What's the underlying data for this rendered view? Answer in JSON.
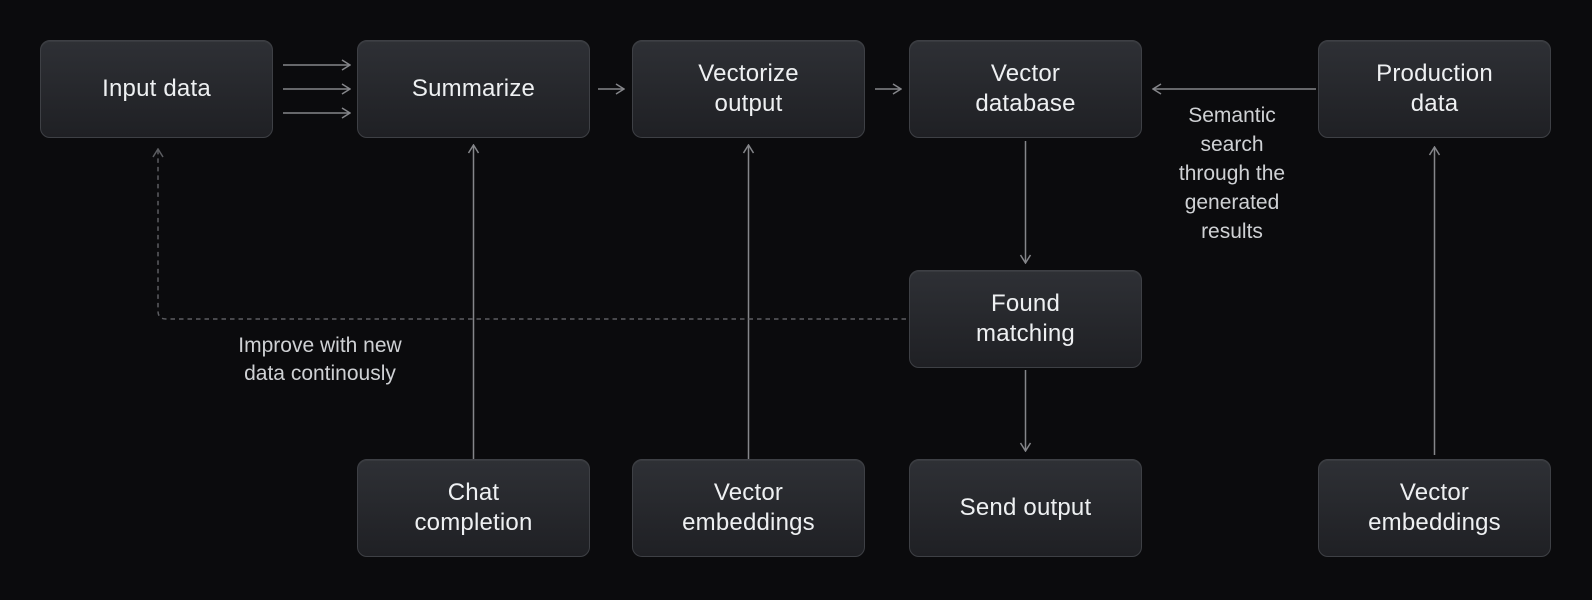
{
  "colors": {
    "background": "#0b0b0d",
    "node_fill_top": "#2e3035",
    "node_fill_bottom": "#1f2024",
    "node_border": "#3e4045",
    "node_text": "#eef0f2",
    "arrow": "#85868a",
    "dashed_arrow": "#5c5d61",
    "annotation_text": "#cfd1d4"
  },
  "nodes": [
    {
      "id": "input-data",
      "label": "Input data"
    },
    {
      "id": "summarize",
      "label": "Summarize"
    },
    {
      "id": "vectorize-output",
      "label": "Vectorize\noutput"
    },
    {
      "id": "vector-database",
      "label": "Vector\ndatabase"
    },
    {
      "id": "production-data",
      "label": "Production\ndata"
    },
    {
      "id": "found-matching",
      "label": "Found\nmatching"
    },
    {
      "id": "chat-completion",
      "label": "Chat\ncompletion"
    },
    {
      "id": "vector-embeddings-left",
      "label": "Vector\nembeddings"
    },
    {
      "id": "send-output",
      "label": "Send output"
    },
    {
      "id": "vector-embeddings-right",
      "label": "Vector\nembeddings"
    }
  ],
  "annotations": [
    {
      "id": "semantic-search-label",
      "text": "Semantic\nsearch\nthrough the\ngenerated\nresults"
    },
    {
      "id": "improve-loop-label",
      "text": "Improve with new\ndata continously"
    }
  ],
  "edges": [
    {
      "from": "input-data",
      "to": "summarize",
      "style": "solid-triple"
    },
    {
      "from": "summarize",
      "to": "vectorize-output",
      "style": "solid"
    },
    {
      "from": "vectorize-output",
      "to": "vector-database",
      "style": "solid"
    },
    {
      "from": "production-data",
      "to": "vector-database",
      "style": "solid",
      "label": "Semantic search through the generated results"
    },
    {
      "from": "vector-database",
      "to": "found-matching",
      "style": "solid"
    },
    {
      "from": "found-matching",
      "to": "send-output",
      "style": "solid"
    },
    {
      "from": "chat-completion",
      "to": "summarize",
      "style": "solid"
    },
    {
      "from": "vector-embeddings-left",
      "to": "vectorize-output",
      "style": "solid"
    },
    {
      "from": "vector-embeddings-right",
      "to": "production-data",
      "style": "solid"
    },
    {
      "from": "found-matching",
      "to": "input-data",
      "style": "dashed",
      "label": "Improve with new data continously"
    }
  ]
}
